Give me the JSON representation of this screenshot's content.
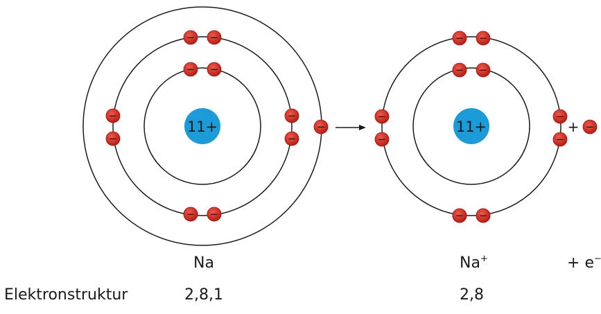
{
  "atom": {
    "label": "Na",
    "nucleus_charge": "11+",
    "structure": "2,8,1",
    "shells": [
      2,
      8,
      1
    ]
  },
  "ion": {
    "label_base": "Na",
    "label_charge": "+",
    "nucleus_charge": "11+",
    "structure": "2,8",
    "shells": [
      2,
      8
    ]
  },
  "released": {
    "plus": "+",
    "electron_base": "e",
    "electron_charge": "−"
  },
  "row_label": "Elektronstruktur",
  "electron_symbol": "−",
  "colors": {
    "nucleus": "#1b9bd7",
    "electron": "#d6281c",
    "orbit": "#1a1a1a",
    "text": "#1a1a1a"
  }
}
